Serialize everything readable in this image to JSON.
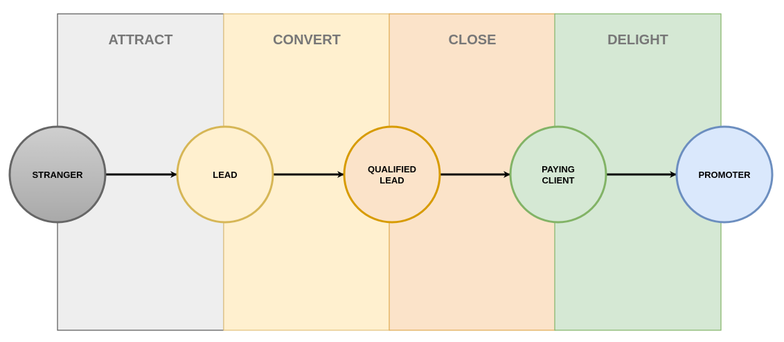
{
  "stages": [
    {
      "title": "ATTRACT",
      "fill": "#eeeeee",
      "stroke": "#555555"
    },
    {
      "title": "CONVERT",
      "fill": "#fff0cf",
      "stroke": "#e3c07a"
    },
    {
      "title": "CLOSE",
      "fill": "#fbe3c9",
      "stroke": "#e0a94f"
    },
    {
      "title": "DELIGHT",
      "fill": "#d5e8d4",
      "stroke": "#82b366"
    }
  ],
  "nodes": [
    {
      "label": [
        "STRANGER"
      ],
      "fill": "#cfcfcf",
      "fill_end": "#a9a9a9",
      "stroke": "#666666"
    },
    {
      "label": [
        "LEAD"
      ],
      "fill": "#fff0cf",
      "stroke": "#d6b656"
    },
    {
      "label": [
        "QUALIFIED",
        "LEAD"
      ],
      "fill": "#fbe3c9",
      "stroke": "#d79b00"
    },
    {
      "label": [
        "PAYING",
        "CLIENT"
      ],
      "fill": "#d5e8d4",
      "stroke": "#82b366"
    },
    {
      "label": [
        "PROMOTER"
      ],
      "fill": "#dae8fc",
      "stroke": "#6c8ebf"
    }
  ],
  "edges": [
    {
      "from": 0,
      "to": 1
    },
    {
      "from": 1,
      "to": 2
    },
    {
      "from": 2,
      "to": 3
    },
    {
      "from": 3,
      "to": 4
    }
  ],
  "edge_color": "#000000"
}
